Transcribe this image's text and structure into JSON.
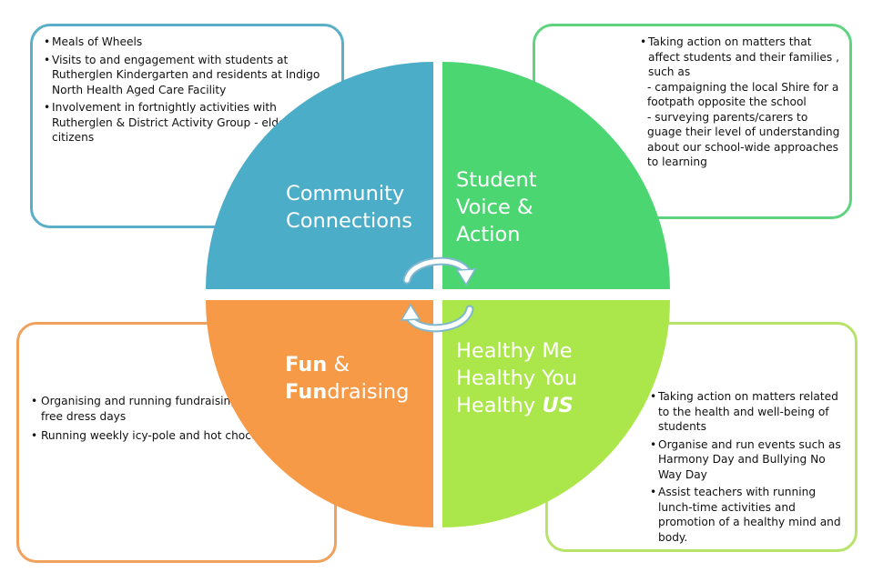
{
  "quadrants": {
    "top_left": {
      "label_lines": [
        "Community",
        "Connections"
      ],
      "color": "#4badc7",
      "items": [
        "Meals of Wheels",
        "Visits to and engagement with students at Rutherglen Kindergarten and residents at Indigo North Health Aged Care Facility",
        "Involvement in fortnightly activities with Rutherglen & District  Activity Group - elderly citizens"
      ]
    },
    "top_right": {
      "label_lines": [
        "Student",
        "Voice &",
        "Action"
      ],
      "color": "#4cd672",
      "intro": "Taking action on matters that affect students and their families , such as",
      "sub_items": [
        "-  campaigning the local Shire for a footpath opposite the school",
        "-  surveying parents/carers to guage their level of understanding about our school-wide approaches to learning"
      ]
    },
    "bottom_left": {
      "label_line1_bold": "Fun",
      "label_line1_rest": " &",
      "label_line2_bold": "Fun",
      "label_line2_rest": "draising",
      "color": "#f79a48",
      "items": [
        "Organising and running fundraising events and free dress days",
        "Running weekly icy-pole and hot chocolate days"
      ]
    },
    "bottom_right": {
      "label_line1": "Healthy Me",
      "label_line2": "Healthy You",
      "label_line3_plain": "Healthy ",
      "label_line3_emph": "US",
      "color": "#abe64a",
      "items": [
        "Taking action on matters related to the health and well-being of students",
        "Organise and run events such as Harmony Day and Bullying No Way Day",
        "Assist teachers with running lunch-time activities and promotion of a healthy mind and body."
      ]
    }
  },
  "center_icon": "cycle-arrows-icon"
}
